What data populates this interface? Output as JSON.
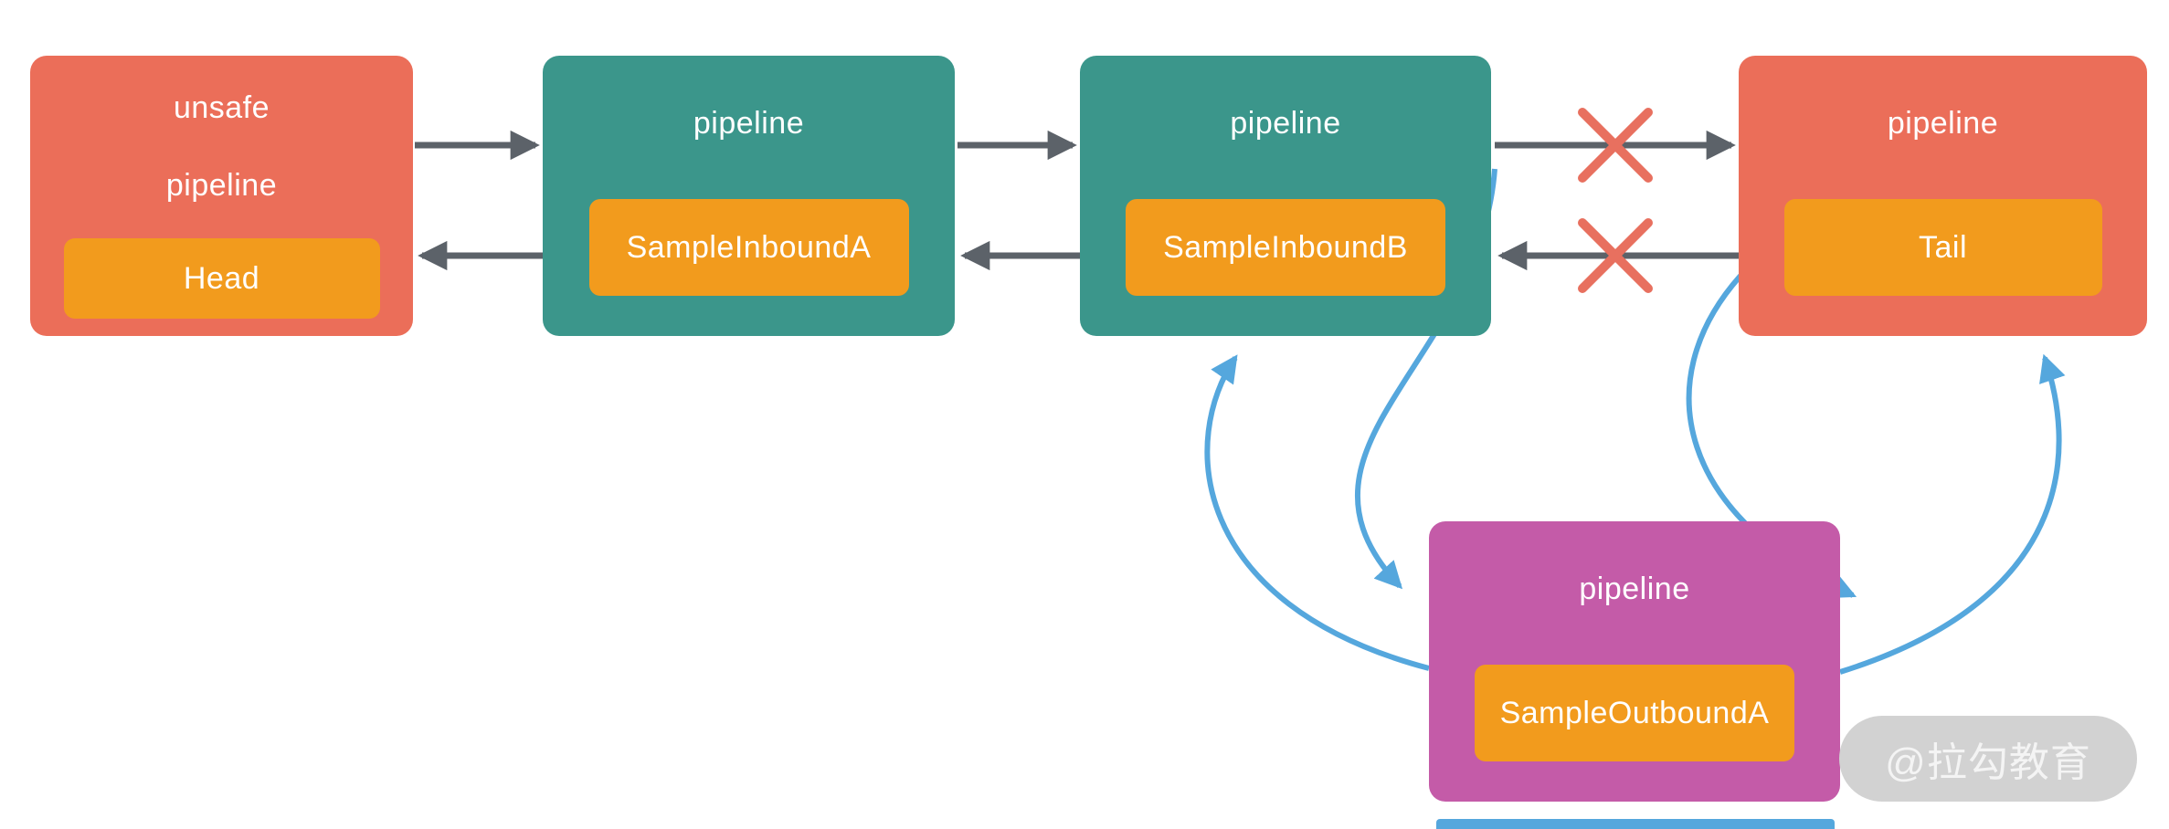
{
  "colors": {
    "salmon": "#EB6E59",
    "teal": "#3B968B",
    "orange": "#F29B1D",
    "purple": "#C45BA8",
    "gray_arrow": "#5C6269",
    "blue_arrow": "#55A7DD",
    "cross_red": "#E8705F"
  },
  "nodes": {
    "head": {
      "titles": [
        "unsafe",
        "pipeline"
      ],
      "handler": "Head"
    },
    "inboundA": {
      "title": "pipeline",
      "handler": "SampleInboundA"
    },
    "inboundB": {
      "title": "pipeline",
      "handler": "SampleInboundB"
    },
    "tail": {
      "title": "pipeline",
      "handler": "Tail"
    },
    "outboundA": {
      "title": "pipeline",
      "handler": "SampleOutboundA"
    }
  },
  "watermark": "@拉勾教育"
}
